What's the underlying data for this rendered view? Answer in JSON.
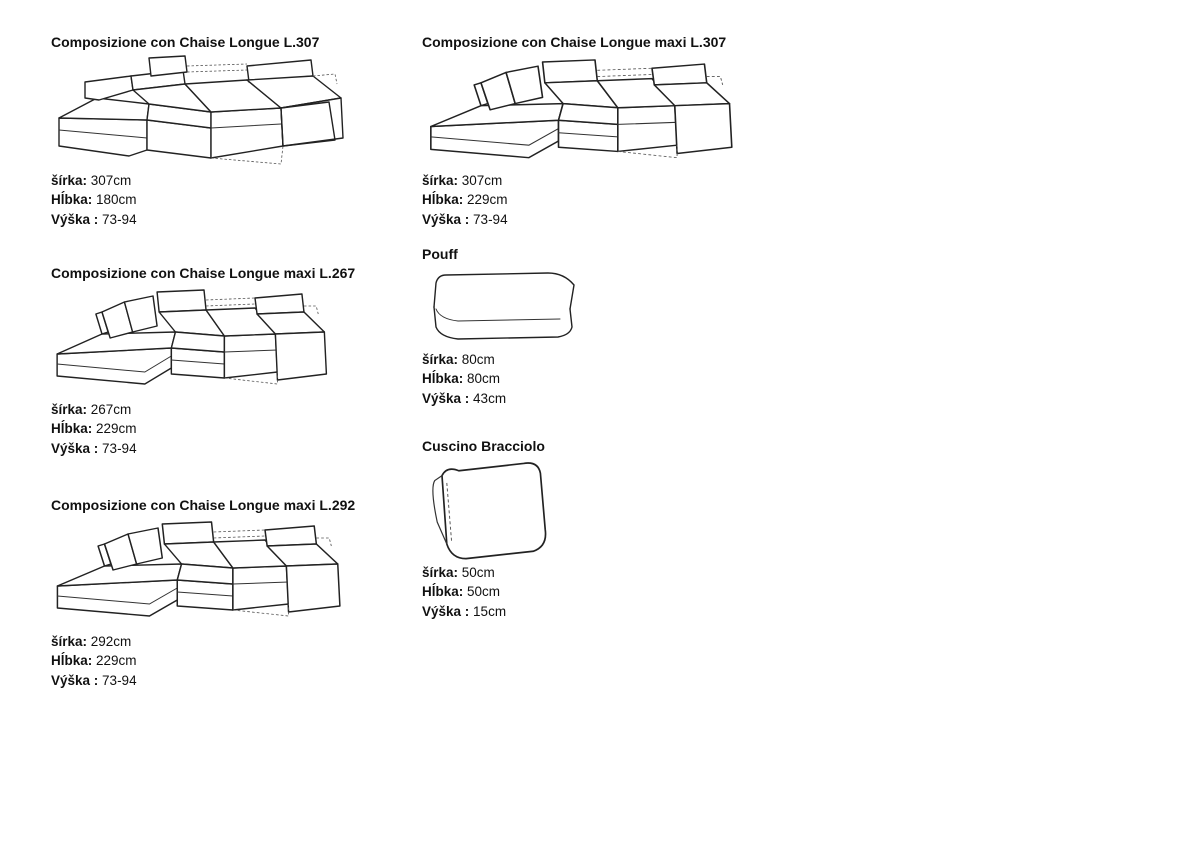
{
  "items": [
    {
      "title": "Composizione con Chaise Longue L.307",
      "drawing_icon": "sofa-chaise-longue-icon",
      "dims": [
        {
          "label": "šírka:",
          "value": " 307cm"
        },
        {
          "label": "Hĺbka:",
          "value": " 180cm"
        },
        {
          "label": "Výška :",
          "value": " 73-94"
        }
      ]
    },
    {
      "title": "Composizione con Chaise Longue maxi L.267",
      "drawing_icon": "sofa-chaise-longue-maxi-icon",
      "dims": [
        {
          "label": "šírka:",
          "value": " 267cm"
        },
        {
          "label": "Hĺbka:",
          "value": " 229cm"
        },
        {
          "label": "Výška :",
          "value": " 73-94"
        }
      ]
    },
    {
      "title": "Composizione con Chaise Longue maxi L.292",
      "drawing_icon": "sofa-chaise-longue-maxi-icon",
      "dims": [
        {
          "label": "šírka:",
          "value": " 292cm"
        },
        {
          "label": "Hĺbka:",
          "value": " 229cm"
        },
        {
          "label": "Výška :",
          "value": " 73-94"
        }
      ]
    },
    {
      "title": "Composizione con Chaise Longue maxi L.307",
      "drawing_icon": "sofa-chaise-longue-maxi-icon",
      "dims": [
        {
          "label": "šírka:",
          "value": " 307cm"
        },
        {
          "label": "Hĺbka:",
          "value": " 229cm"
        },
        {
          "label": "Výška :",
          "value": " 73-94"
        }
      ]
    },
    {
      "title": "Pouff",
      "drawing_icon": "pouf-icon",
      "dims": [
        {
          "label": "šírka:",
          "value": " 80cm"
        },
        {
          "label": "Hĺbka:",
          "value": " 80cm"
        },
        {
          "label": "Výška :",
          "value": " 43cm"
        }
      ]
    },
    {
      "title": "Cuscino Bracciolo",
      "drawing_icon": "armrest-cushion-icon",
      "dims": [
        {
          "label": "šírka:",
          "value": " 50cm"
        },
        {
          "label": "Hĺbka:",
          "value": " 50cm"
        },
        {
          "label": "Výška :",
          "value": " 15cm"
        }
      ]
    }
  ]
}
